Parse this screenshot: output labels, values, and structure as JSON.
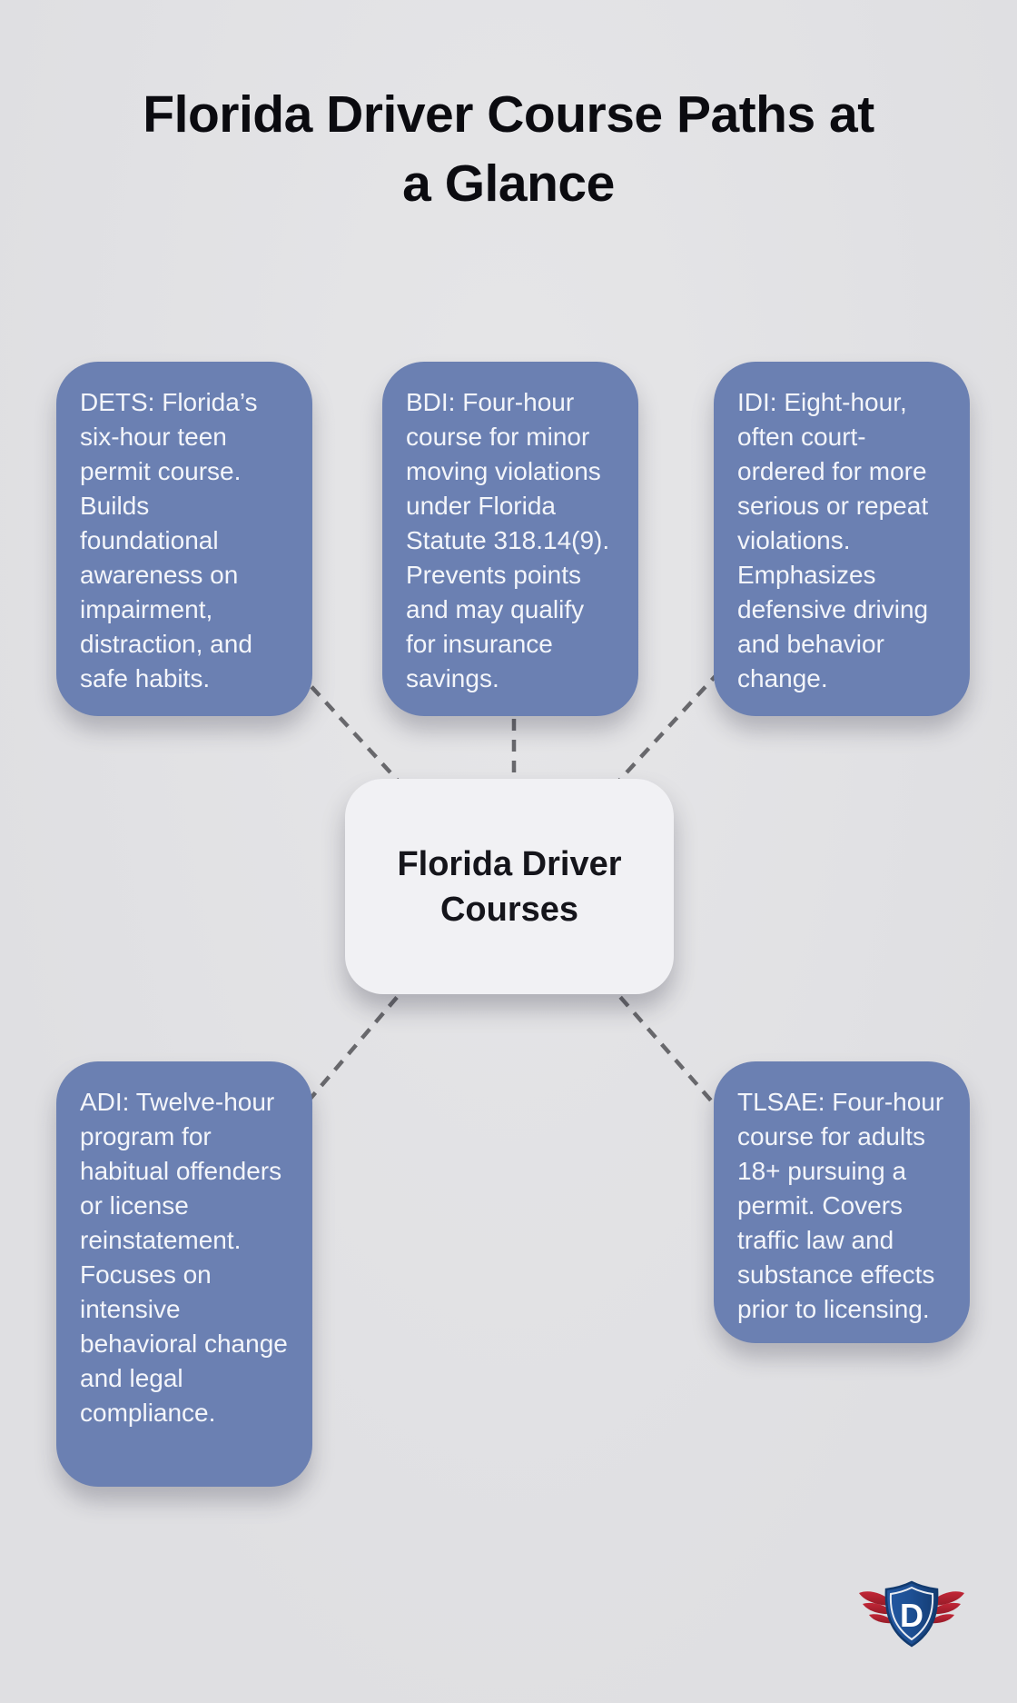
{
  "title": {
    "line1": "Florida Driver Course Paths at",
    "line2": "a Glance"
  },
  "center": {
    "label": "Florida Driver Courses"
  },
  "nodes": [
    {
      "id": "dets",
      "text": "DETS: Florida’s six-hour teen permit course. Builds foundational awareness on impairment, distraction, and safe habits."
    },
    {
      "id": "bdi",
      "text": "BDI: Four-hour course for minor moving violations under Florida Statute 318.14(9). Prevents points and may qualify for insurance savings."
    },
    {
      "id": "idi",
      "text": "IDI: Eight-hour, often court-ordered for more serious or repeat violations. Emphasizes defensive driving and behavior change."
    },
    {
      "id": "adi",
      "text": "ADI: Twelve-hour program for habitual offenders or license reinstatement. Focuses on intensive behavioral change and legal compliance."
    },
    {
      "id": "tlsae",
      "text": "TLSAE: Four-hour course for adults 18+ pursuing a permit. Covers traffic law and substance effects prior to licensing."
    }
  ],
  "logo": {
    "letter": "D"
  },
  "colors": {
    "background": "#e0e0e3",
    "node_fill": "#6b80b2",
    "node_text": "#f3f5fa",
    "center_fill": "#f1f1f4",
    "center_text": "#15151b",
    "title_text": "#0b0b10",
    "connector": "#68686c",
    "logo_shield_blue": "#1d4f93",
    "logo_shield_dark": "#143c72",
    "logo_wing_red": "#b02231"
  }
}
